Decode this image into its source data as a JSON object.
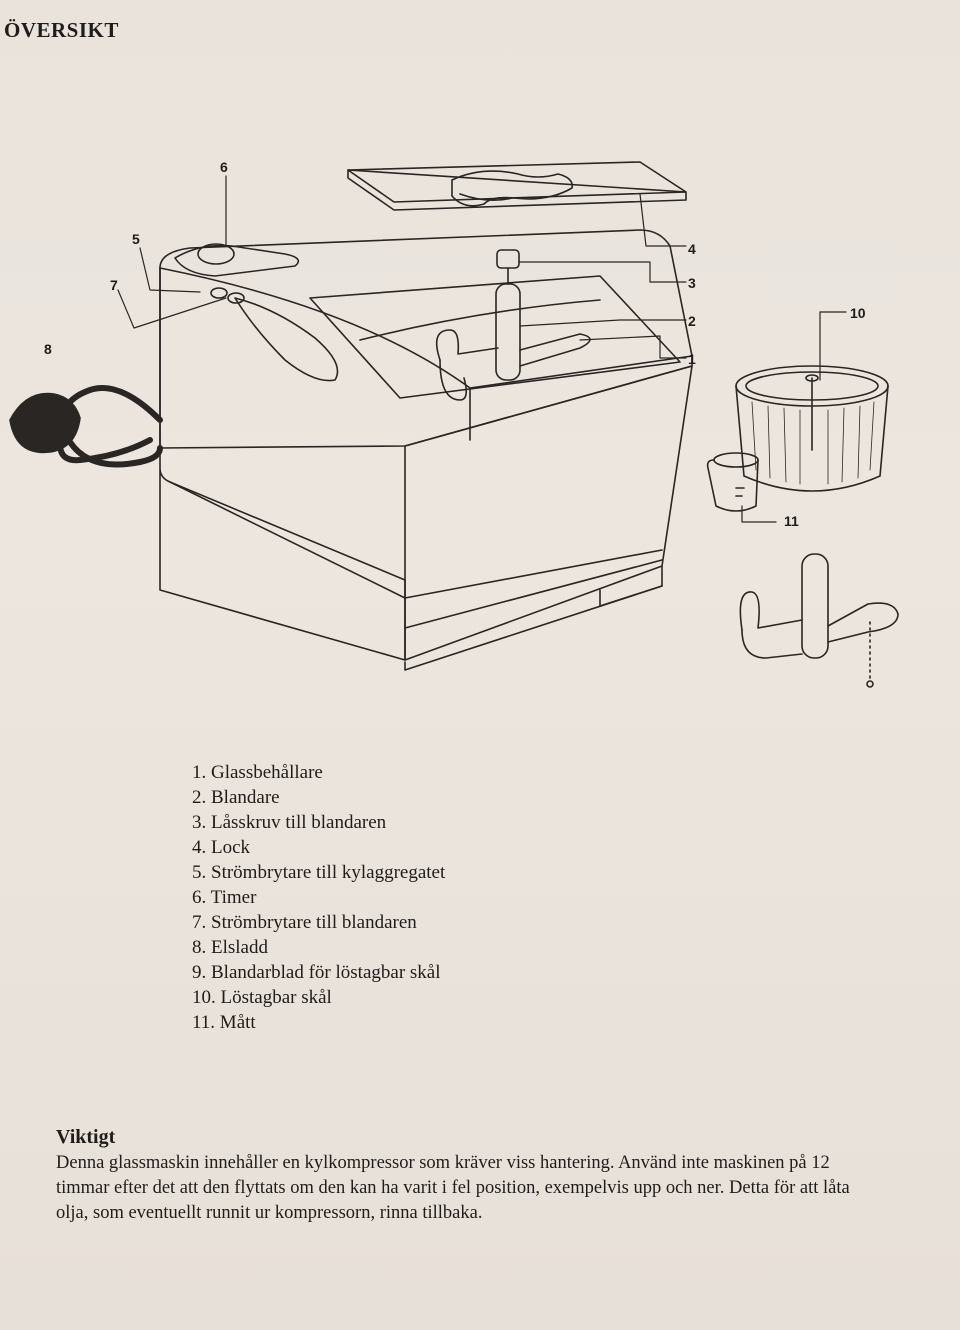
{
  "header": {
    "title": "ÖVERSIKT"
  },
  "diagram": {
    "callouts": [
      "1",
      "2",
      "3",
      "4",
      "5",
      "6",
      "7",
      "8",
      "10",
      "11"
    ]
  },
  "parts": [
    "1. Glassbehållare",
    "2. Blandare",
    "3. Låsskruv till blandaren",
    "4. Lock",
    "5. Strömbrytare till kylaggregatet",
    "6. Timer",
    "7. Strömbrytare till blandaren",
    "8. Elsladd",
    "9. Blandarblad för löstagbar skål",
    "10. Löstagbar skål",
    "11. Mått"
  ],
  "important": {
    "heading": "Viktigt",
    "text": "Denna glassmaskin innehåller en kylkompressor som kräver viss hantering. Använd inte maskinen på 12 timmar efter det att den flyttats om den kan ha varit i fel position, exempelvis upp och ner. Detta för att låta olja, som eventuellt runnit ur kompressorn, rinna tillbaka."
  }
}
